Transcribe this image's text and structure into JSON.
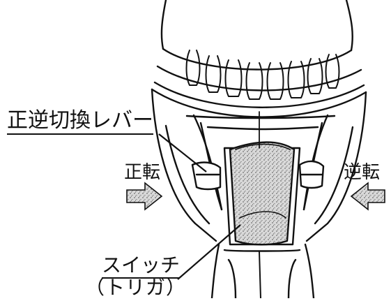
{
  "labels": {
    "reversing_lever": "正逆切換レバー",
    "forward": "正転",
    "reverse": "逆転",
    "switch_line1": "スイッチ",
    "switch_line2": "（トリガ）"
  },
  "icons": {
    "forward_arrow": "arrow-right-icon",
    "reverse_arrow": "arrow-left-icon"
  },
  "colors": {
    "ink": "#111111",
    "background": "#ffffff",
    "stipple": "#9a9a9a"
  }
}
